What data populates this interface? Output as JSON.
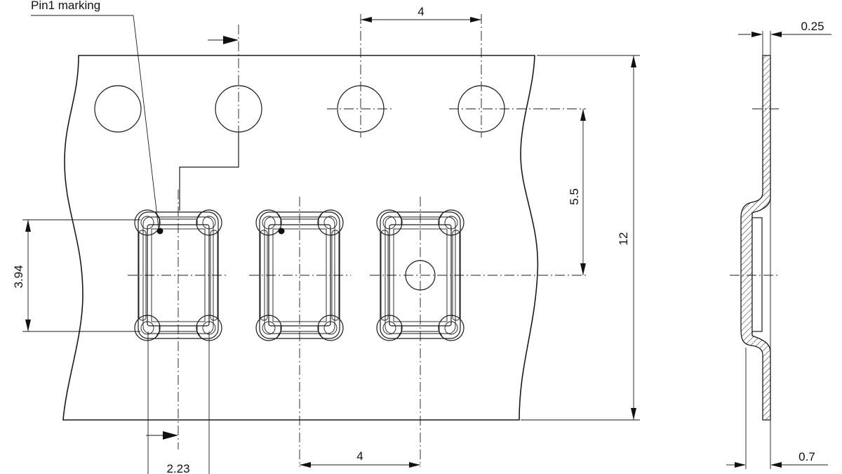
{
  "labels": {
    "pin1": "Pin1 marking",
    "pitch_top": "4",
    "pitch_bottom": "4",
    "width_12": "12",
    "hole_to_cavity": "5.5",
    "cavity_height": "3.94",
    "offset": "2.23",
    "thickness": "0.25",
    "depth": "0.7"
  }
}
